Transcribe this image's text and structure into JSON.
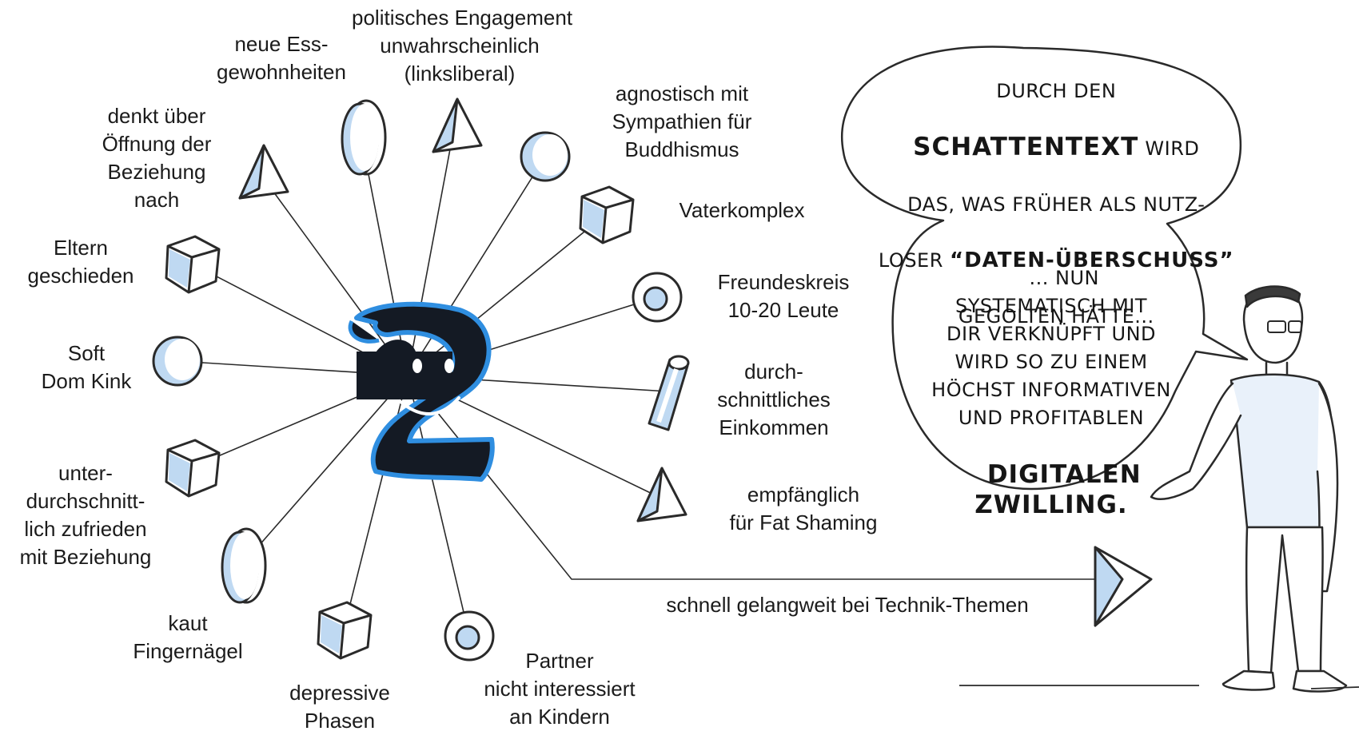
{
  "nodes": [
    {
      "id": "neue-essgewohnheiten",
      "shape": "disc",
      "label": "neue Ess-\ngewohnheiten"
    },
    {
      "id": "politisches-engagement",
      "shape": "pyramid",
      "label": "politisches Engagement\nunwahrscheinlich\n(linksliberal)"
    },
    {
      "id": "agnostisch",
      "shape": "sphere",
      "label": "agnostisch mit\nSympathien für\nBuddhismus"
    },
    {
      "id": "vaterkomplex",
      "shape": "cube",
      "label": "Vaterkomplex"
    },
    {
      "id": "freundeskreis",
      "shape": "ring",
      "label": "Freundeskreis\n10-20 Leute"
    },
    {
      "id": "einkommen",
      "shape": "cylinder",
      "label": "durch-\nschnittliches\nEinkommen"
    },
    {
      "id": "fat-shaming",
      "shape": "pyramid",
      "label": "empfänglich\nfür Fat Shaming"
    },
    {
      "id": "technik-themen",
      "shape": "pyramid",
      "label": "schnell gelangweit bei Technik-Themen"
    },
    {
      "id": "partner-kinder",
      "shape": "ring",
      "label": "Partner\nnicht interessiert\nan Kindern"
    },
    {
      "id": "depressive-phasen",
      "shape": "cube",
      "label": "depressive\nPhasen"
    },
    {
      "id": "fingernaegel",
      "shape": "disc",
      "label": "kaut\nFingernägel"
    },
    {
      "id": "beziehung-zufrieden",
      "shape": "cube",
      "label": "unter-\ndurchschnitt-\nlich zufrieden\nmit Beziehung"
    },
    {
      "id": "soft-dom",
      "shape": "sphere",
      "label": "Soft\nDom Kink"
    },
    {
      "id": "eltern-geschieden",
      "shape": "cube",
      "label": "Eltern\ngeschieden"
    },
    {
      "id": "oeffnung-beziehung",
      "shape": "pyramid",
      "label": "denkt über\nÖffnung der\nBeziehung\nnach"
    }
  ],
  "bubble": {
    "top_line1": "DURCH DEN",
    "top_bold1": "SCHATTENTEXT",
    "top_line2_tail": " WIRD",
    "top_line3": "DAS, WAS FRÜHER ALS NUTZ-",
    "top_line4_pre": "LOSER ",
    "top_line4_bold": "“DATEN-ÜBERSCHUSS”",
    "top_line5": "GEGOLTEN HÄTTE...",
    "bottom_text": "... NUN\nSYSTEMATISCH MIT\nDIR VERKNÜPFT UND\nWIRD SO ZU EINEM\nHÖCHST INFORMATIVEN\nUND PROFITABLEN",
    "bottom_bold": "DIGITALEN\nZWILLING."
  },
  "colors": {
    "accent_blue": "#bfd9f2",
    "scroll_fill": "#141a24",
    "scroll_glow": "#2f8ee0",
    "ink": "#1b1b1b"
  },
  "icons": [
    "smiley-scroll-icon",
    "person-figure"
  ]
}
